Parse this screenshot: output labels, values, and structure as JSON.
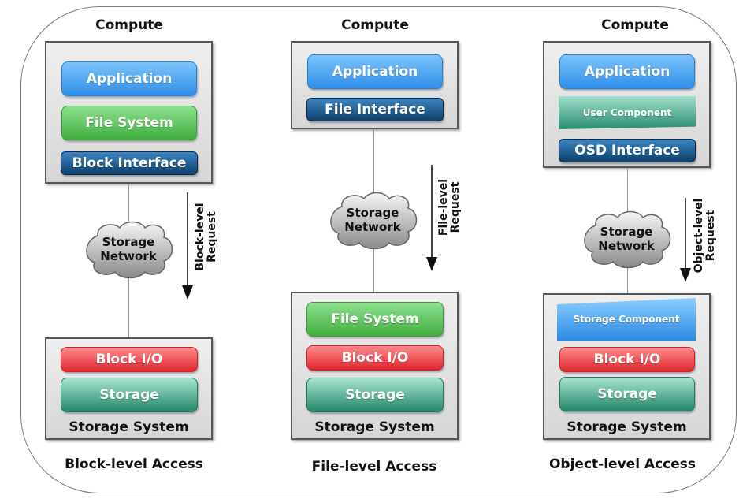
{
  "diagram": {
    "columns": [
      {
        "id": "block",
        "compute_title": "Compute",
        "compute_layers": [
          {
            "label": "Application",
            "style": "blue"
          },
          {
            "label": "File System",
            "style": "green"
          },
          {
            "label": "Block Interface",
            "style": "navy"
          }
        ],
        "network_label_line1": "Storage",
        "network_label_line2": "Network",
        "request_line1": "Block-level",
        "request_line2": "Request",
        "storage_layers": [
          {
            "label": "Block I/O",
            "style": "red"
          },
          {
            "label": "Storage",
            "style": "teal"
          }
        ],
        "storage_system_label": "Storage System",
        "access_title": "Block-level Access"
      },
      {
        "id": "file",
        "compute_title": "Compute",
        "compute_layers": [
          {
            "label": "Application",
            "style": "blue"
          },
          {
            "label": "File Interface",
            "style": "navy"
          }
        ],
        "network_label_line1": "Storage",
        "network_label_line2": "Network",
        "request_line1": "File-level",
        "request_line2": "Request",
        "storage_layers": [
          {
            "label": "File System",
            "style": "green"
          },
          {
            "label": "Block I/O",
            "style": "red"
          },
          {
            "label": "Storage",
            "style": "teal"
          }
        ],
        "storage_system_label": "Storage System",
        "access_title": "File-level Access"
      },
      {
        "id": "object",
        "compute_title": "Compute",
        "compute_layers": [
          {
            "label": "Application",
            "style": "blue"
          },
          {
            "label": "User Component",
            "style": "tealq"
          },
          {
            "label": "OSD Interface",
            "style": "navy"
          }
        ],
        "network_label_line1": "Storage",
        "network_label_line2": "Network",
        "request_line1": "Object-level",
        "request_line2": "Request",
        "storage_layers": [
          {
            "label": "Storage Component",
            "style": "blueq"
          },
          {
            "label": "Block I/O",
            "style": "red"
          },
          {
            "label": "Storage",
            "style": "teal"
          }
        ],
        "storage_system_label": "Storage System",
        "access_title": "Object-level Access"
      }
    ],
    "icons": {
      "network": "cloud-icon",
      "request": "down-arrow-icon"
    }
  }
}
